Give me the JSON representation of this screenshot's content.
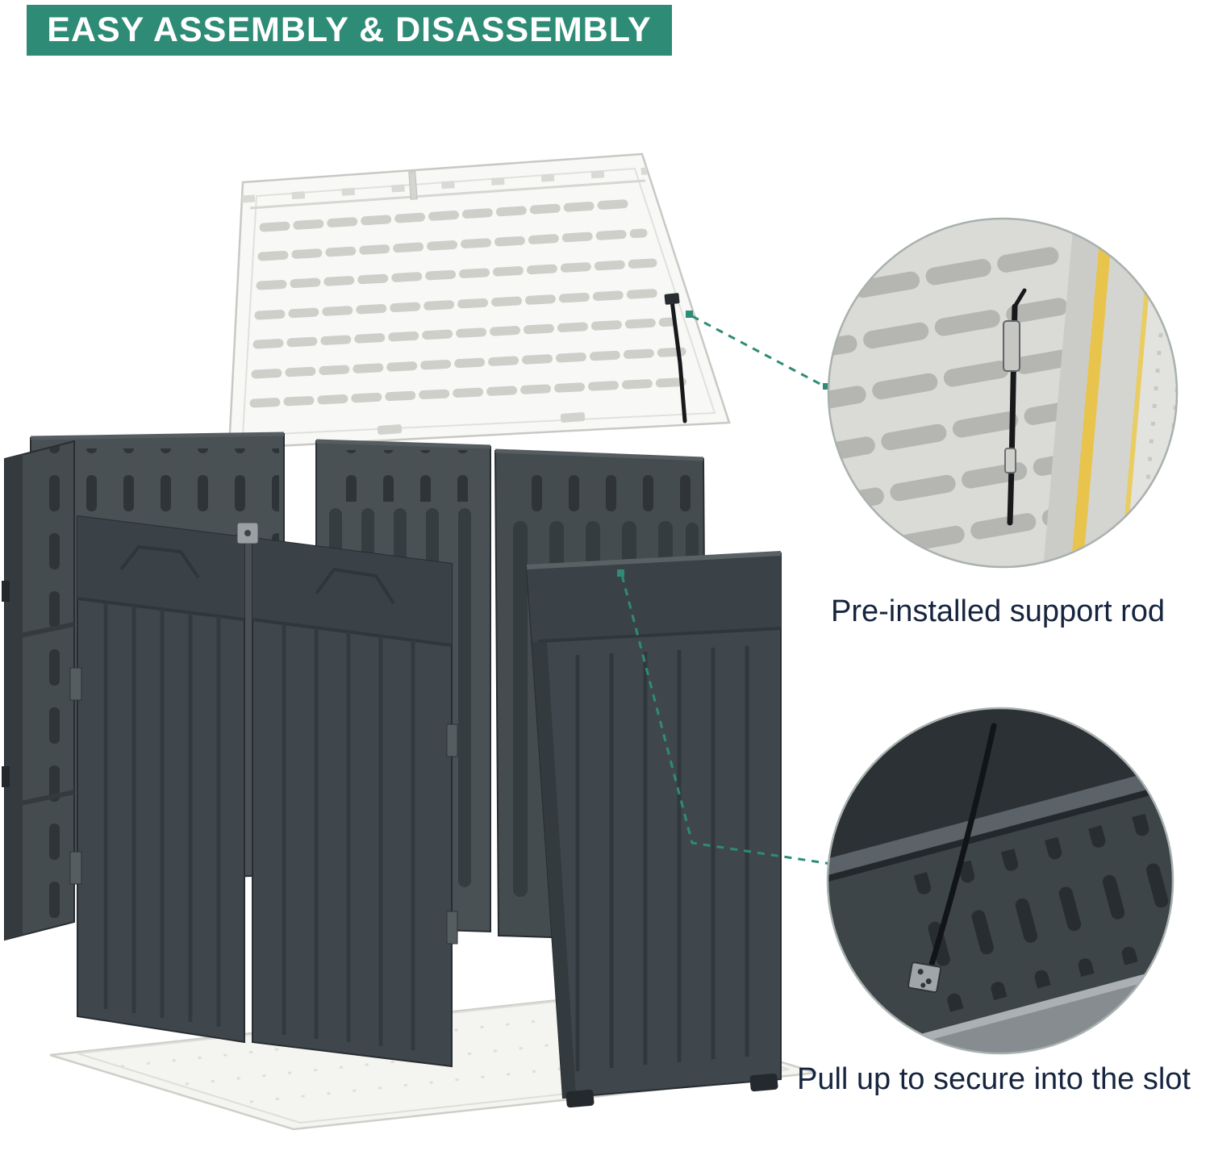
{
  "banner": {
    "label": "EASY ASSEMBLY & DISASSEMBLY"
  },
  "callouts": {
    "support_rod": {
      "label": "Pre-installed support rod"
    },
    "slot_secure": {
      "label": "Pull up to secure into the slot"
    }
  },
  "colors": {
    "banner_bg": "#2E8B76",
    "banner_text": "#FFFFFF",
    "accent_teal": "#2E8B76",
    "label_text": "#16243E",
    "panel_dark": "#4A5155",
    "lid_white": "#F8F8F6",
    "base_white": "#F4F4F0",
    "highlight_yellow": "#E8C44C"
  },
  "diagram": {
    "parts": [
      "lid-panel",
      "left-side-panel",
      "back-left-panel",
      "back-middle-panel",
      "back-right-panel",
      "left-door",
      "right-door",
      "right-front-panel",
      "floor-base",
      "support-rod"
    ]
  }
}
